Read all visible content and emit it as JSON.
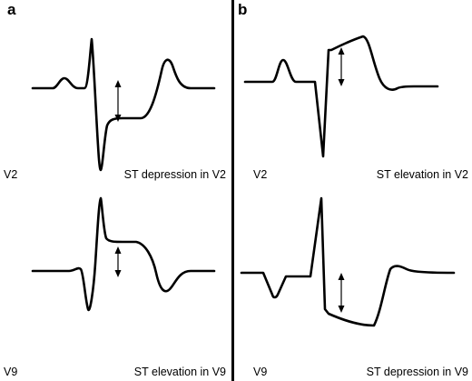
{
  "panels": [
    {
      "letter": "a",
      "traces": [
        {
          "lead": "V2",
          "caption": "ST depression in V2"
        },
        {
          "lead": "V9",
          "caption": "ST elevation in V9"
        }
      ]
    },
    {
      "letter": "b",
      "traces": [
        {
          "lead": "V2",
          "caption": "ST elevation in V2"
        },
        {
          "lead": "V9",
          "caption": "ST depression in V9"
        }
      ]
    }
  ]
}
